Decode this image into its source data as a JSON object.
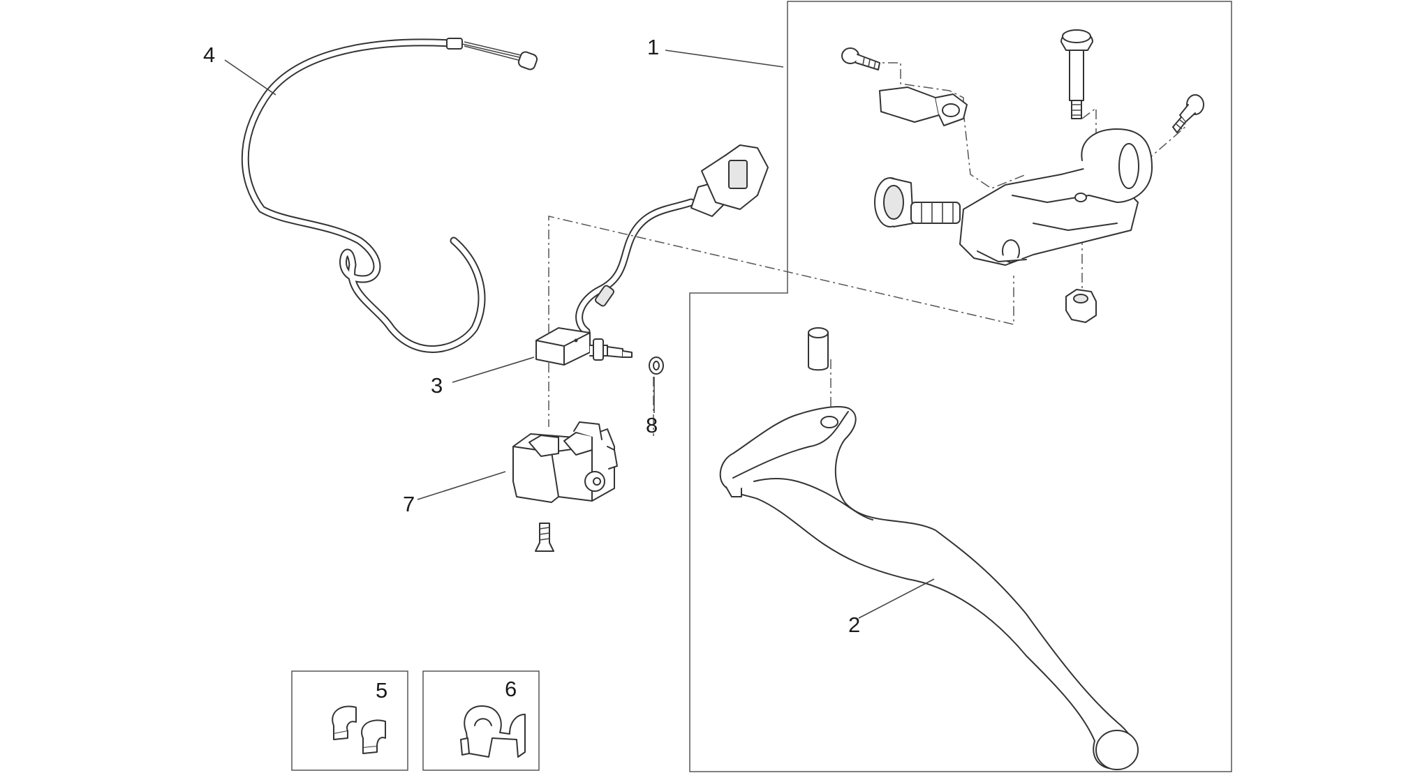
{
  "callouts": {
    "c1": "1",
    "c2": "2",
    "c3": "3",
    "c4": "4",
    "c5": "5",
    "c6": "6",
    "c7": "7",
    "c8": "8"
  },
  "parts": [
    {
      "id": "1",
      "icon": "clutch-lever-mount-assembly-icon"
    },
    {
      "id": "2",
      "icon": "clutch-lever-icon"
    },
    {
      "id": "3",
      "icon": "clutch-switch-icon"
    },
    {
      "id": "4",
      "icon": "clutch-cable-icon"
    },
    {
      "id": "5",
      "icon": "cable-clip-icon"
    },
    {
      "id": "6",
      "icon": "double-cable-clip-icon"
    },
    {
      "id": "7",
      "icon": "switch-holder-icon"
    },
    {
      "id": "8",
      "icon": "washer-icon"
    }
  ]
}
